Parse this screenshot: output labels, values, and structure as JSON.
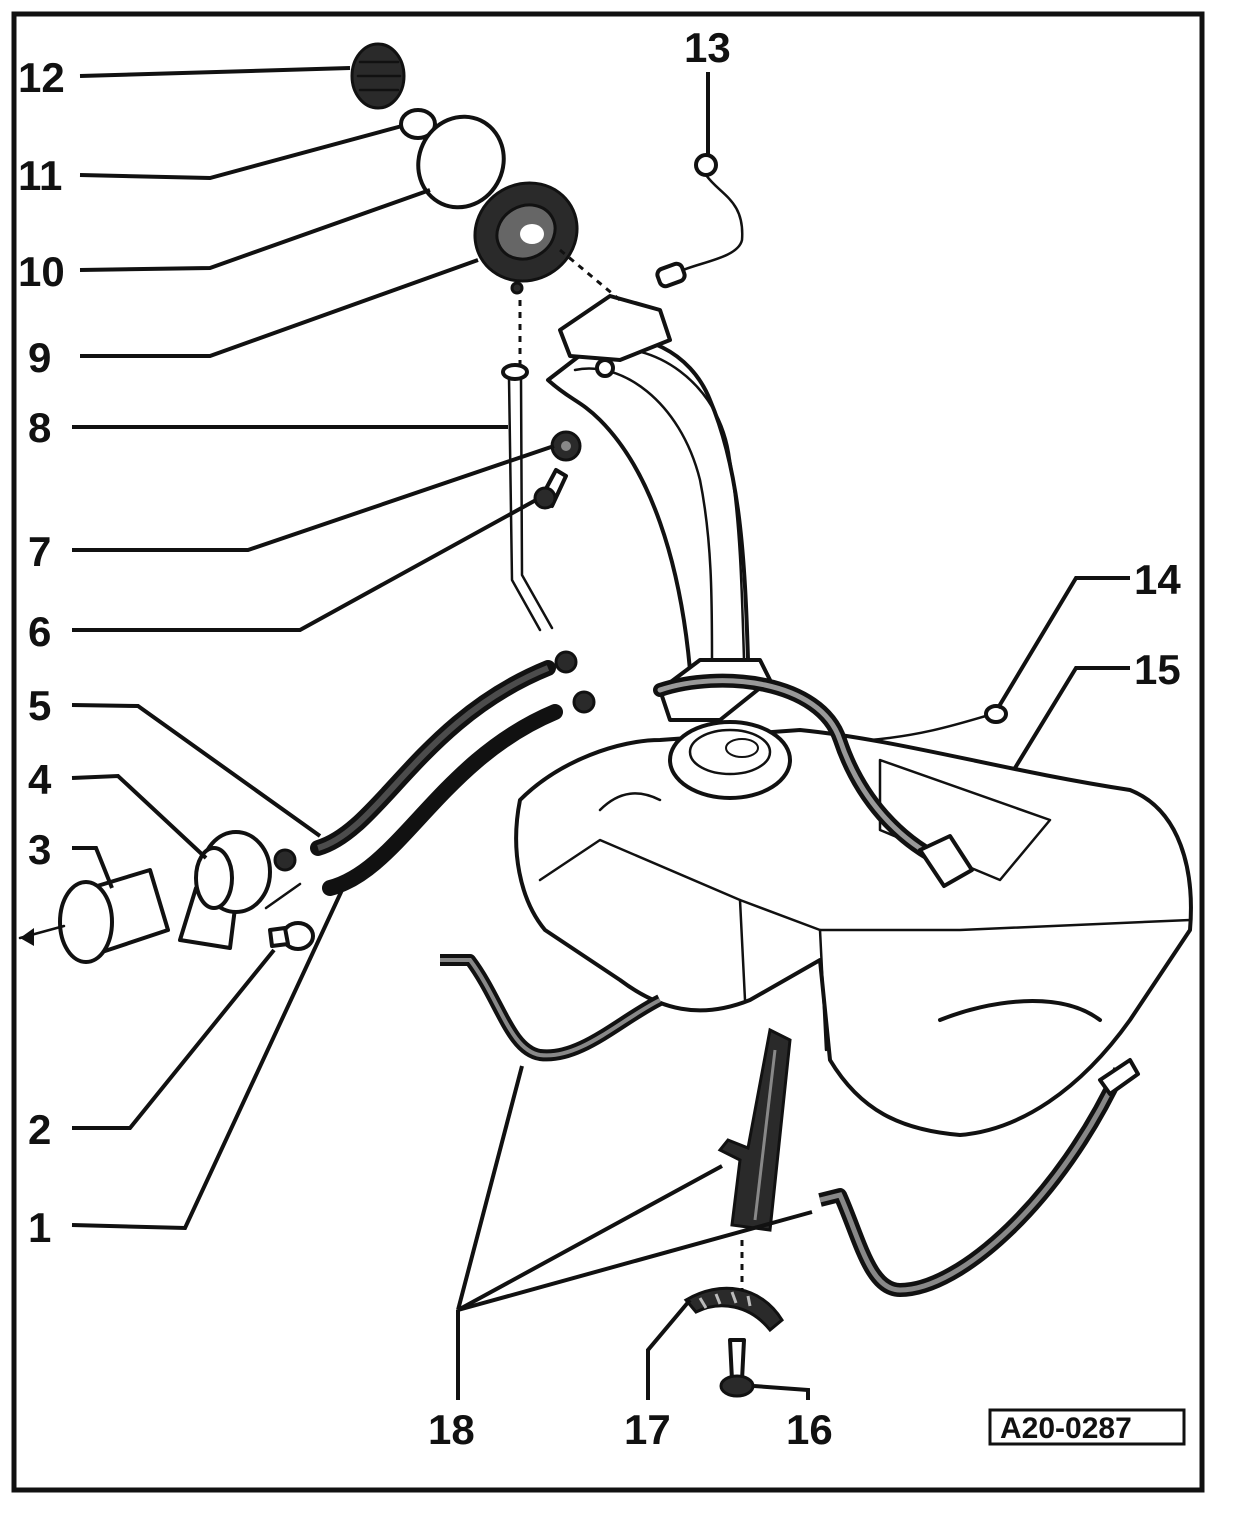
{
  "callouts": [
    {
      "id": "1",
      "label": "1"
    },
    {
      "id": "2",
      "label": "2"
    },
    {
      "id": "3",
      "label": "3"
    },
    {
      "id": "4",
      "label": "4"
    },
    {
      "id": "5",
      "label": "5"
    },
    {
      "id": "6",
      "label": "6"
    },
    {
      "id": "7",
      "label": "7"
    },
    {
      "id": "8",
      "label": "8"
    },
    {
      "id": "9",
      "label": "9"
    },
    {
      "id": "10",
      "label": "10"
    },
    {
      "id": "11",
      "label": "11"
    },
    {
      "id": "12",
      "label": "12"
    },
    {
      "id": "13",
      "label": "13"
    },
    {
      "id": "14",
      "label": "14"
    },
    {
      "id": "15",
      "label": "15"
    },
    {
      "id": "16",
      "label": "16"
    },
    {
      "id": "17",
      "label": "17"
    },
    {
      "id": "18",
      "label": "18"
    }
  ],
  "reference": "A20-0287"
}
